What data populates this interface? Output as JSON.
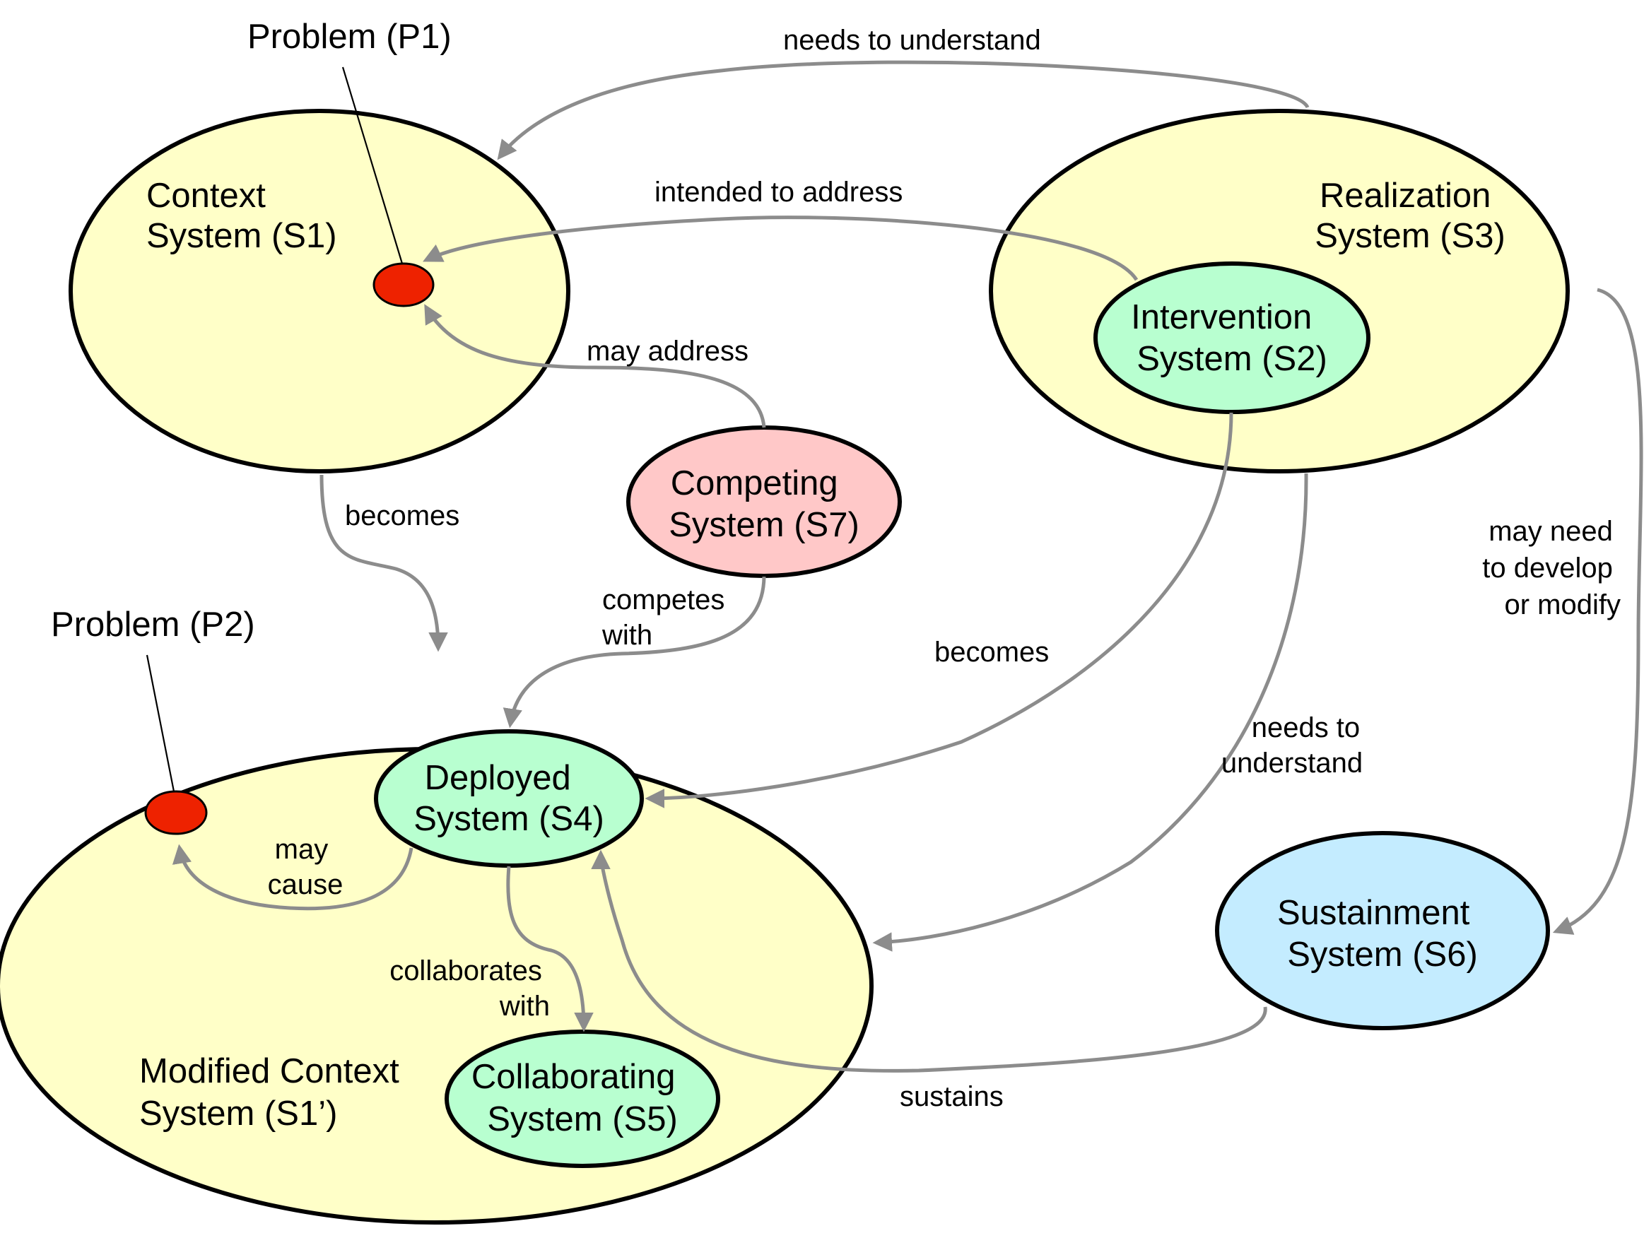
{
  "colors": {
    "context": "#ffffc8",
    "green": "#b8ffd0",
    "competing": "#ffc8c8",
    "sustainment": "#c4ecff",
    "problem": "#ee2200",
    "edge": "#8c8c8c"
  },
  "nodes": {
    "s1": [
      "Context",
      "System (S1)"
    ],
    "s3": [
      "Realization",
      "System (S3)"
    ],
    "s2": [
      "Intervention",
      "System (S2)"
    ],
    "s7": [
      "Competing",
      "System (S7)"
    ],
    "s1p": [
      "Modified Context",
      "System (S1’)"
    ],
    "s4": [
      "Deployed",
      "System (S4)"
    ],
    "s5": [
      "Collaborating",
      "System (S5)"
    ],
    "s6": [
      "Sustainment",
      "System (S6)"
    ]
  },
  "problems": {
    "p1": "Problem (P1)",
    "p2": "Problem (P2)"
  },
  "edges": {
    "s3_to_s1": "needs to understand",
    "s2_to_p1": "intended to address",
    "s7_to_p1": "may address",
    "s1_to_s1p": "becomes",
    "s7_to_s4": [
      "competes",
      "with"
    ],
    "s2_to_s4": "becomes",
    "s3_to_s1p": [
      "needs to",
      "understand"
    ],
    "s3_to_s6": [
      "may need",
      "to develop",
      "or modify"
    ],
    "s4_to_p2": [
      "may",
      "cause"
    ],
    "s4_to_s5": [
      "collaborates",
      "with"
    ],
    "s6_to_s4": "sustains"
  }
}
